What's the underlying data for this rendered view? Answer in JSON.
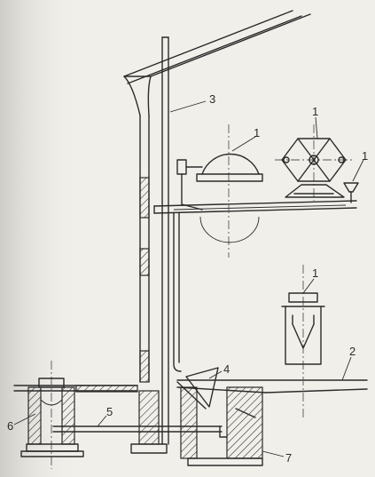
{
  "labels": {
    "l1a": "1",
    "l1b": "1",
    "l1c": "1",
    "l1d": "1",
    "l2": "2",
    "l3": "3",
    "l4": "4",
    "l5": "5",
    "l6": "6",
    "l7": "7"
  }
}
